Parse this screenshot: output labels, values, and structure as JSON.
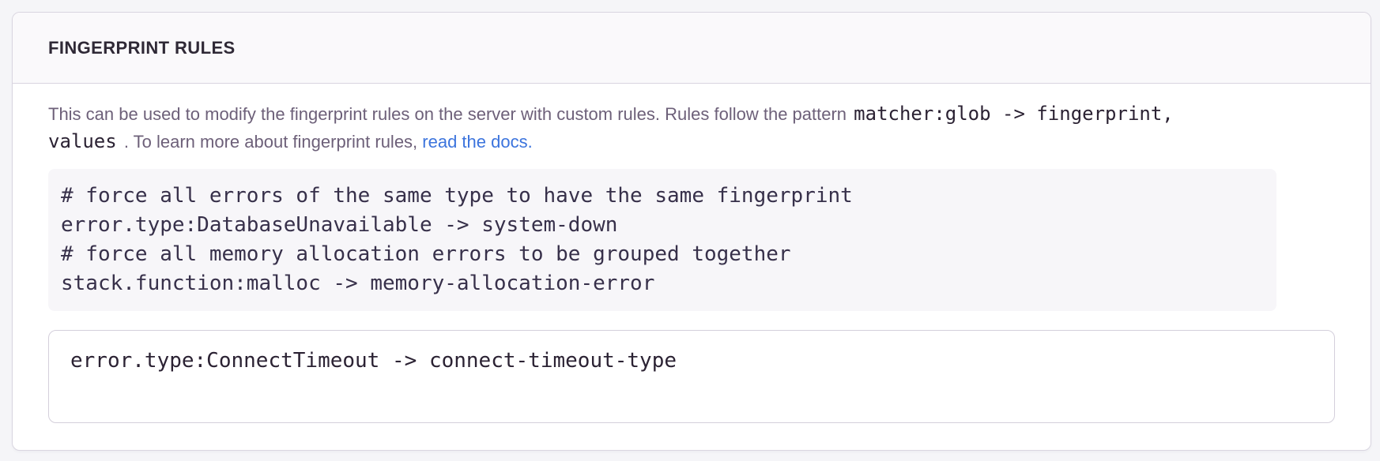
{
  "panel": {
    "title": "FINGERPRINT RULES",
    "description": {
      "text_before_code": "This can be used to modify the fingerprint rules on the server with custom rules. Rules follow the pattern ",
      "pattern_code_line1": "matcher:glob -> fingerprint,",
      "pattern_code_line2": "values",
      "text_after_code": " . To learn more about fingerprint rules, ",
      "link_label": "read the docs",
      "link_suffix": "."
    },
    "example_code": {
      "lines": [
        "# force all errors of the same type to have the same fingerprint",
        "error.type:DatabaseUnavailable -> system-down",
        "# force all memory allocation errors to be grouped together",
        "stack.function:malloc -> memory-allocation-error"
      ]
    },
    "rules_input": {
      "value": "error.type:ConnectTimeout -> connect-timeout-type"
    }
  },
  "colors": {
    "link": "#3c74dd",
    "panel_background": "#ffffff",
    "header_background": "#faf9fb",
    "code_block_background": "#f7f6f9",
    "page_background": "#f5f5f8",
    "heading_text": "#2f2936",
    "body_text": "#6d6079",
    "code_text": "#2b2233"
  }
}
